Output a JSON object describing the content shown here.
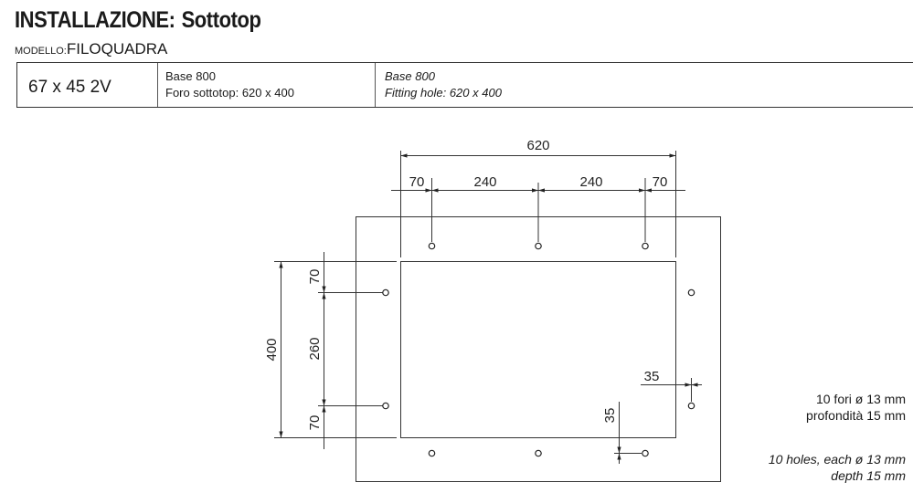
{
  "header": {
    "title_main": "INSTALLAZIONE:",
    "title_sub": "Sottotop",
    "model_label": "MODELLO:",
    "model_value": "FILOQUADRA"
  },
  "spec_table": {
    "size": "67 x 45 2V",
    "it_line1": "Base 800",
    "it_line2": "Foro sottotop: 620 x 400",
    "en_line1": "Base 800",
    "en_line2": "Fitting hole: 620 x 400"
  },
  "dimensions": {
    "overall_width": "620",
    "seg_70_left": "70",
    "seg_240_left": "240",
    "seg_240_right": "240",
    "seg_70_right": "70",
    "overall_height": "400",
    "seg_70_top": "70",
    "seg_260": "260",
    "seg_70_bottom": "70",
    "offset_right": "35",
    "offset_bottom": "35"
  },
  "notes": {
    "it_line1": "10 fori ø 13 mm",
    "it_line2": "profondità 15 mm",
    "en_line1": "10 holes, each ø 13 mm",
    "en_line2": "depth 15 mm"
  }
}
